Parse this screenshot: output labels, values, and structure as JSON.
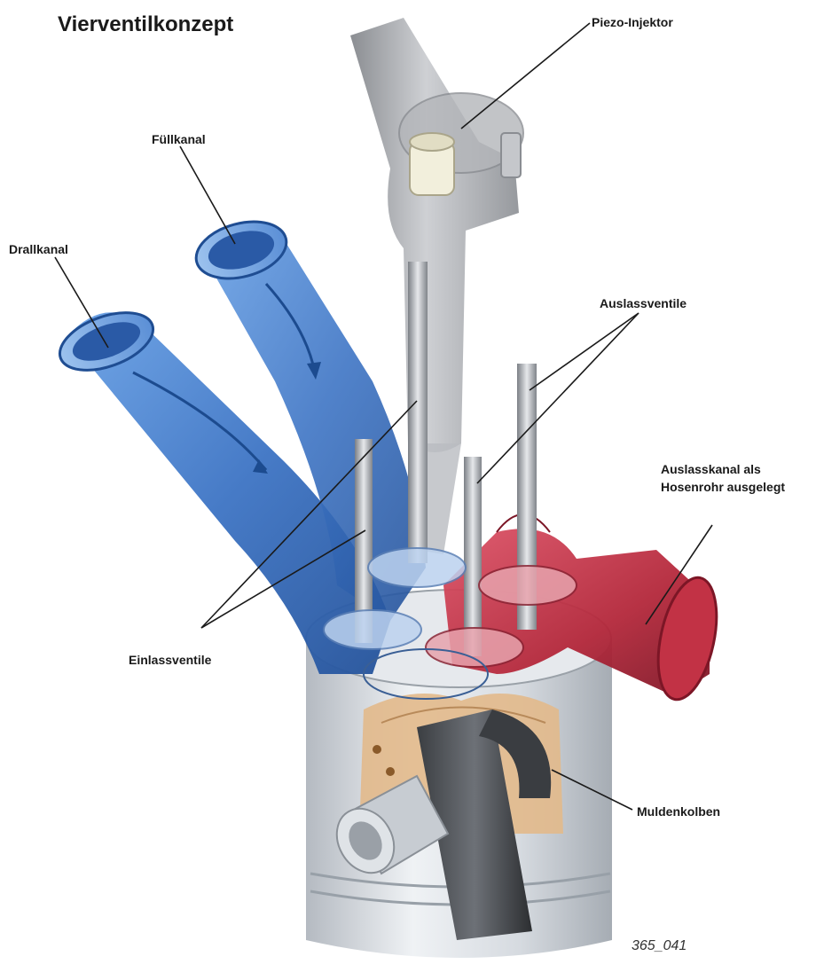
{
  "title": "Vierventilkonzept",
  "labels": {
    "piezo": "Piezo-Injektor",
    "fuellkanal": "Füllkanal",
    "drallkanal": "Drallkanal",
    "auslassventile": "Auslassventile",
    "auslasskanal_line1": "Auslasskanal als",
    "auslasskanal_line2": "Hosenrohr ausgelegt",
    "einlassventile": "Einlassventile",
    "muldenkolben": "Muldenkolben"
  },
  "figure_id": "365_041",
  "colors": {
    "intake_blue": "#3f78c8",
    "exhaust_red": "#b8283a",
    "injector_grey": "#a4a6aa",
    "piston_grey": "#c8ccd2",
    "bowl_tan": "#e2b98b"
  }
}
